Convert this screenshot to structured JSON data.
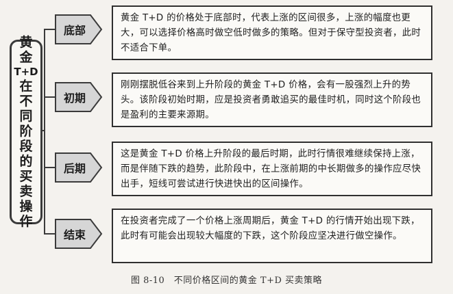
{
  "title_lines": [
    "黄",
    "金",
    "T+D",
    "在",
    "不",
    "同",
    "阶",
    "段",
    "的",
    "买",
    "卖",
    "操",
    "作"
  ],
  "stages": [
    {
      "label": "底部",
      "text": "黄金 T+D 的价格处于底部时，代表上涨的区间很多，上涨的幅度也更大，可以选择价格高时做空低时做多的策略。但对于保守型投资者，此时不适合下单。"
    },
    {
      "label": "初期",
      "text": "刚刚摆脱低谷来到上升阶段的黄金 T+D 价格，会有一股强烈上升的势头。该阶段初始时期，应是投资者勇敢追买的最佳时机，同时这个阶段也是盈利的主要来源期。"
    },
    {
      "label": "后期",
      "text": "这是黄金 T+D 价格上升阶段的最后时期，此时行情很难继续保持上涨，而是伴随下跌的趋势，此阶段中，在上涨前期的中长期做多的操作应尽快出手，短线可尝试进行快进快出的区间操作。"
    },
    {
      "label": "结束",
      "text": "在投资者完成了一个价格上涨周期后，黄金 T+D 的行情开始出现下跌，此时有可能会出现较大幅度的下跌，这个阶段应坚决进行做空操作。"
    }
  ],
  "caption": "图 8-10　不同价格区间的黄金 T+D 买卖策略",
  "colors": {
    "arrow_fill": "#d6d6d6",
    "arrow_stroke": "#3a3a3a",
    "box_border": "#2f2f2f"
  }
}
